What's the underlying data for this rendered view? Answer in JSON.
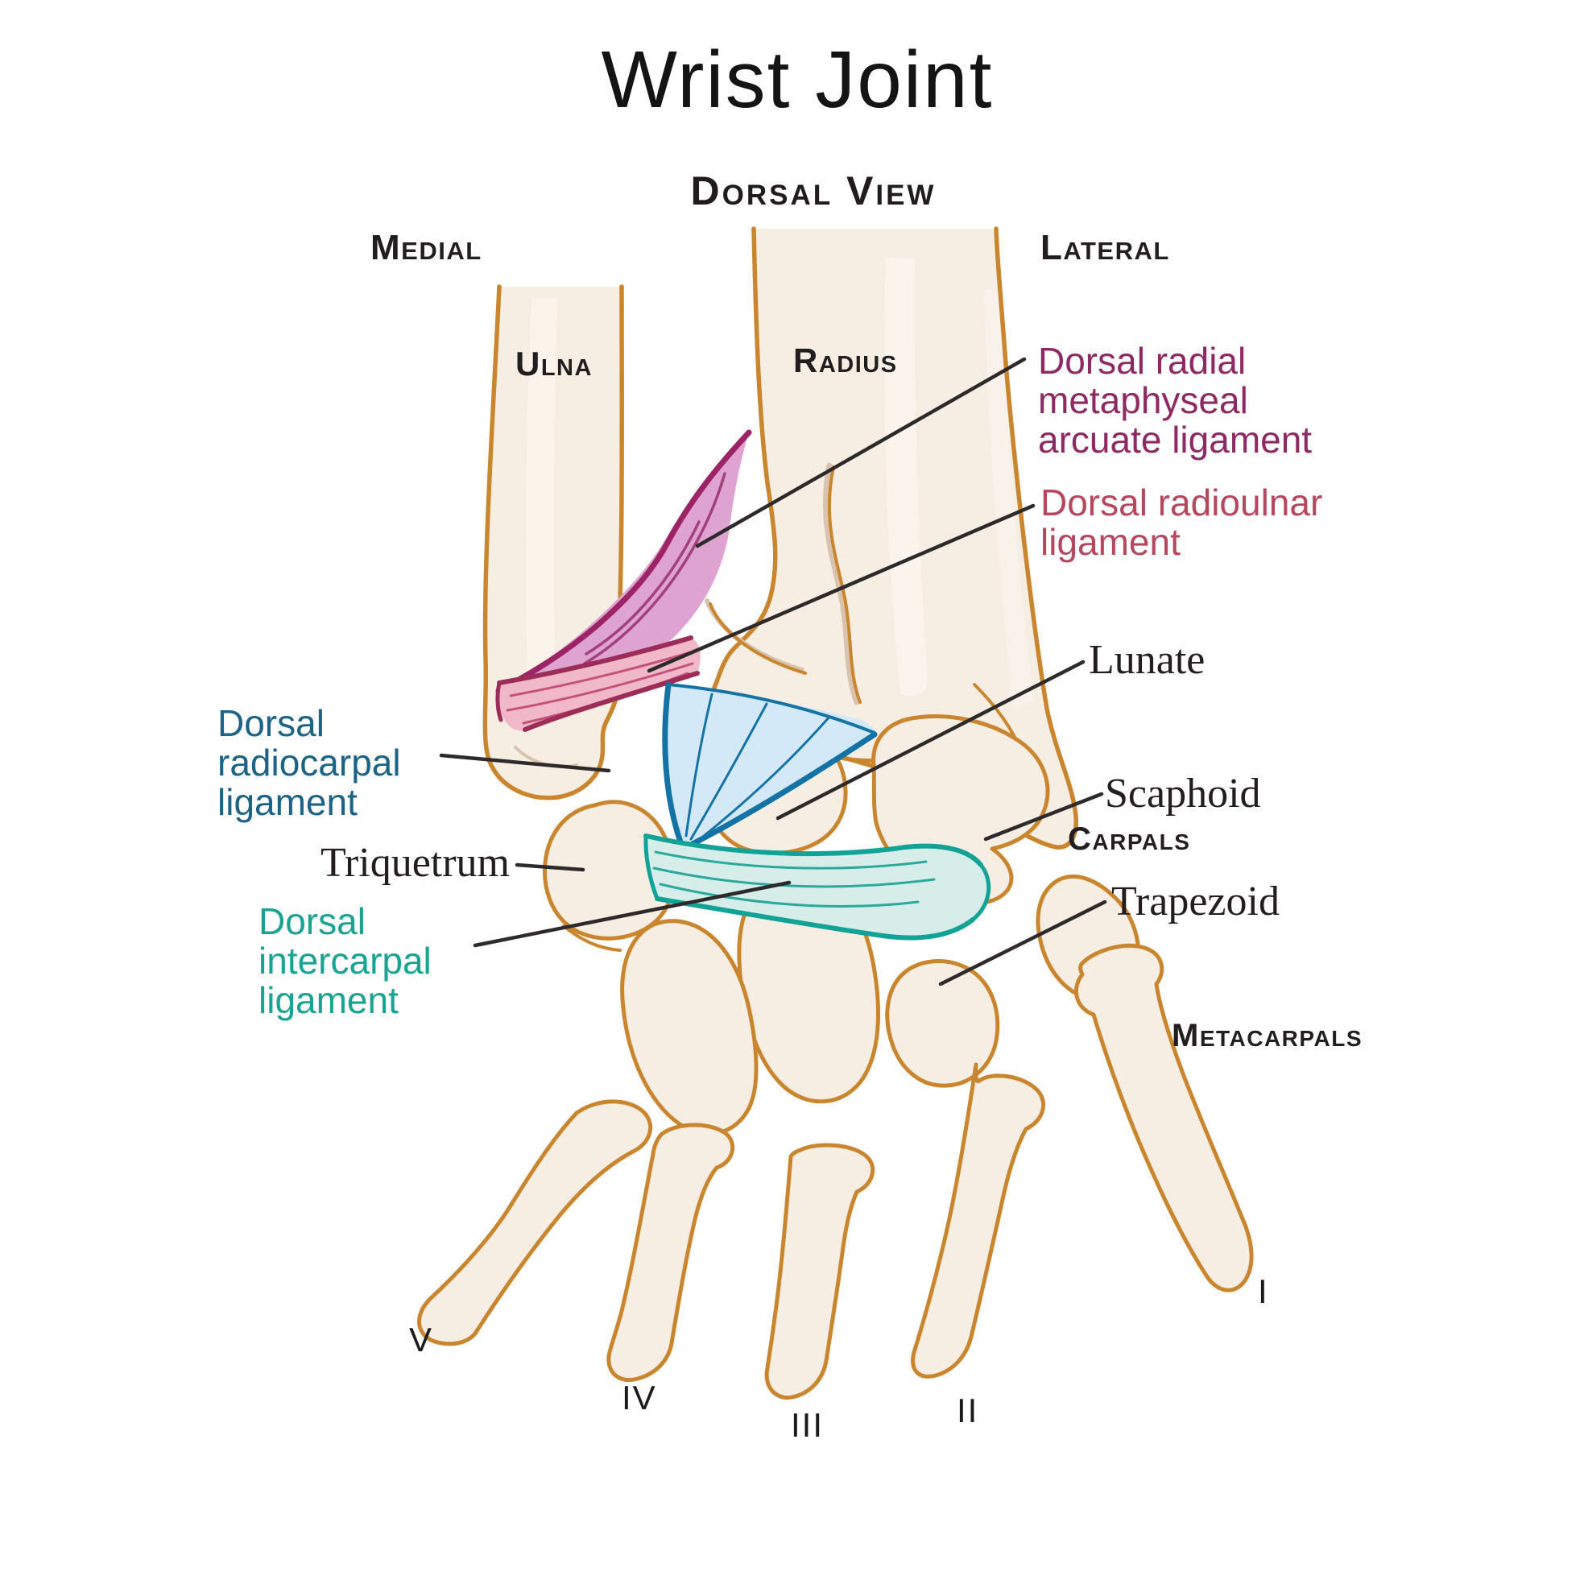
{
  "title": "Wrist Joint",
  "subtitle": "Dorsal View",
  "orientation": {
    "left": "Medial",
    "right": "Lateral"
  },
  "bone_labels": {
    "ulna": "Ulna",
    "radius": "Radius",
    "triquetrum": "Triquetrum",
    "lunate": "Lunate",
    "scaphoid": "Scaphoid",
    "trapezoid": "Trapezoid",
    "carpals_group": "Carpals",
    "metacarpals_group": "Metacarpals"
  },
  "ligament_labels": {
    "arcuate": {
      "text": "Dorsal radial metaphyseal arcuate ligament",
      "color": "#8e2a63"
    },
    "radioulnar": {
      "text": "Dorsal radioulnar ligament",
      "color": "#b5485f"
    },
    "radiocarpal": {
      "text": "Dorsal radiocarpal ligament",
      "color": "#1d6385"
    },
    "intercarpal": {
      "text": "Dorsal intercarpal ligament",
      "color": "#19a392"
    }
  },
  "metacarpal_numerals": {
    "i": "I",
    "ii": "II",
    "iii": "III",
    "iv": "IV",
    "v": "V"
  },
  "colors": {
    "bone_fill": "#f6eee3",
    "bone_outline": "#c9862f",
    "bone_shading": "#e9dac7",
    "arcuate_ligament_fill": "#dfa3d2",
    "arcuate_ligament_edge": "#9c2366",
    "radioulnar_ligament_fill": "#f0b8c8",
    "radioulnar_ligament_edge": "#9c2d59",
    "radiocarpal_ligament_fill": "#d3e9f8",
    "radiocarpal_ligament_edge": "#1472a4",
    "intercarpal_ligament_fill": "#d7edea",
    "intercarpal_ligament_edge": "#12a296",
    "leader_line": "#2e2a2b"
  }
}
